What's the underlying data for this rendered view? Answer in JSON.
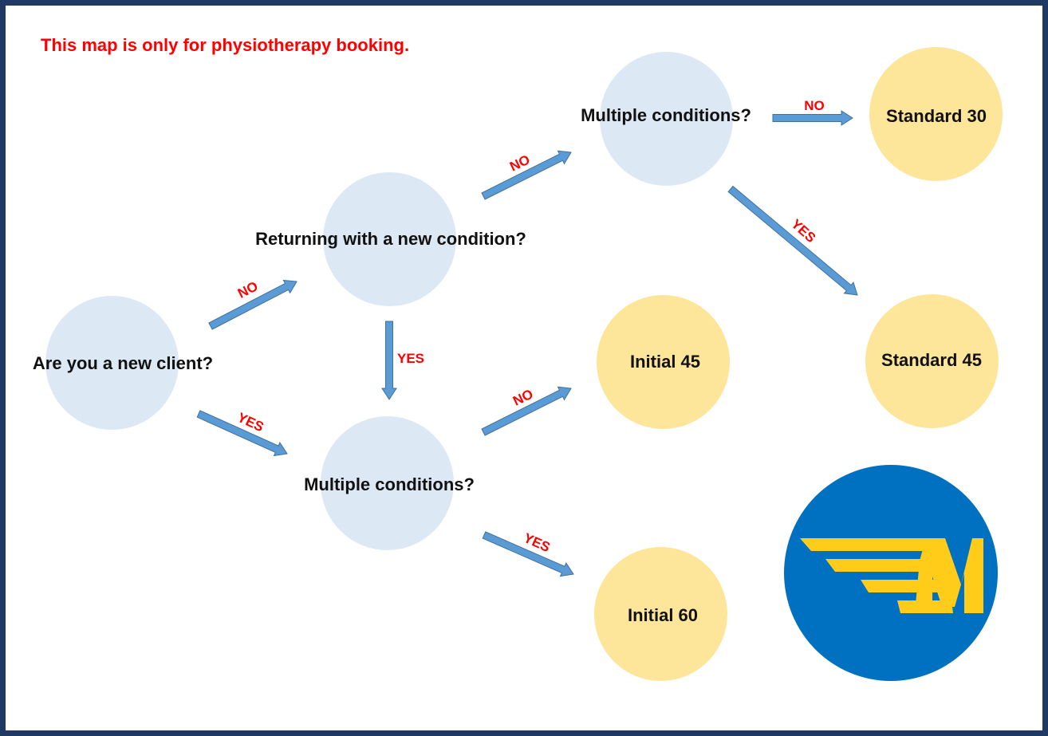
{
  "note": "This map is only for physiotherapy booking.",
  "nodes": {
    "new_client": "Are you a new client?",
    "returning": "Returning with a new condition?",
    "multiple_top": "Multiple conditions?",
    "multiple_bottom": "Multiple conditions?",
    "standard_30": "Standard 30",
    "standard_45": "Standard 45",
    "initial_45": "Initial 45",
    "initial_60": "Initial 60"
  },
  "edges": {
    "new_client_no": "NO",
    "new_client_yes": "YES",
    "returning_no": "NO",
    "returning_yes": "YES",
    "multiple_top_no": "NO",
    "multiple_top_yes": "YES",
    "multiple_bottom_no": "NO",
    "multiple_bottom_yes": "YES"
  },
  "colors": {
    "question_fill": "#dde8f5",
    "result_fill": "#fde599",
    "arrow_fill": "#5b9bd5",
    "arrow_stroke": "#41719c",
    "edge_label": "#ff0000",
    "frame": "#1f3864",
    "logo_bg": "#0070c0",
    "logo_mark": "#ffcc1a"
  },
  "logo": {
    "icon": "winged-m-logo"
  }
}
